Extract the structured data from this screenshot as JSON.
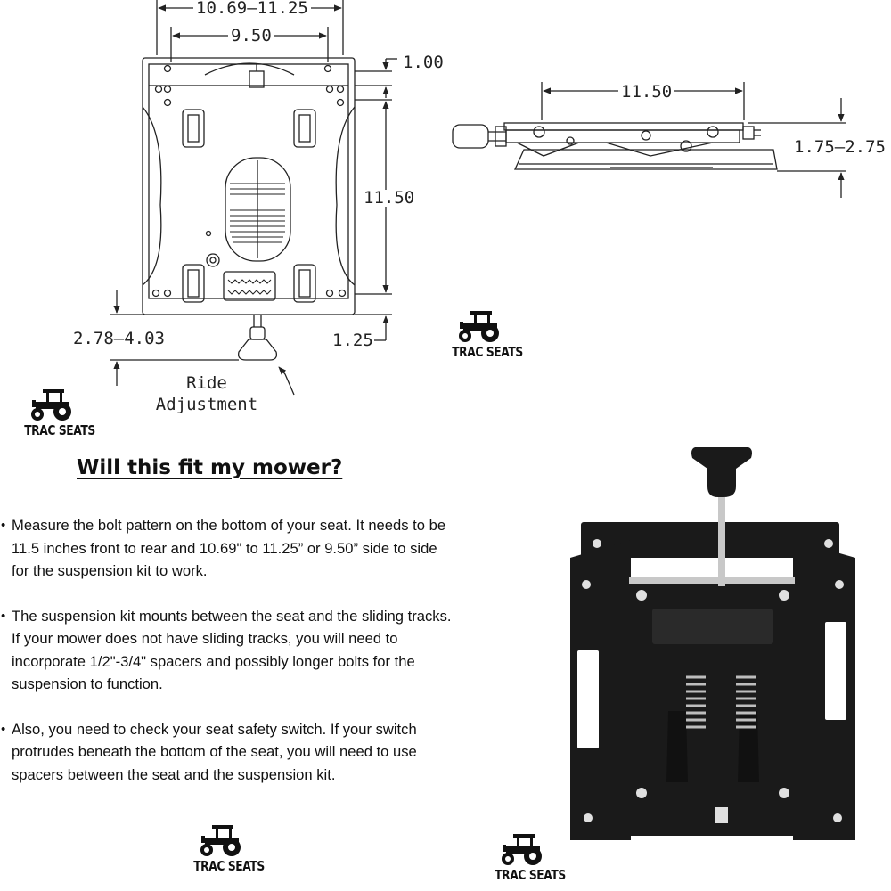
{
  "dimensions_top": {
    "outer_width": "10.69–11.25",
    "inner_width": "9.50",
    "top_offset": "1.00",
    "length": "11.50",
    "bottom_left": "2.78–4.03",
    "bottom_right": "1.25"
  },
  "ride_adjustment": {
    "line1": "Ride",
    "line2": "Adjustment"
  },
  "dimensions_side": {
    "length": "11.50",
    "height": "1.75–2.75"
  },
  "logo_text": "TRAC SEATS",
  "heading": "Will this fit my mower?",
  "bullets": [
    "Measure the bolt pattern on the bottom of your seat. It needs to be 11.5 inches front to rear and 10.69\" to 11.25” or 9.50” side to side for the suspension kit to work.",
    "The suspension kit mounts between the seat and the sliding tracks. If your mower does not have sliding tracks, you will need to incorporate 1/2\"-3/4\" spacers and possibly longer bolts for the suspension to function.",
    "Also, you need to check your seat safety switch. If your switch protrudes beneath the bottom of the seat, you will need to use spacers between the seat and the suspension kit."
  ],
  "colors": {
    "ink": "#111111",
    "line": "#222222",
    "product": "#1a1a1a"
  }
}
